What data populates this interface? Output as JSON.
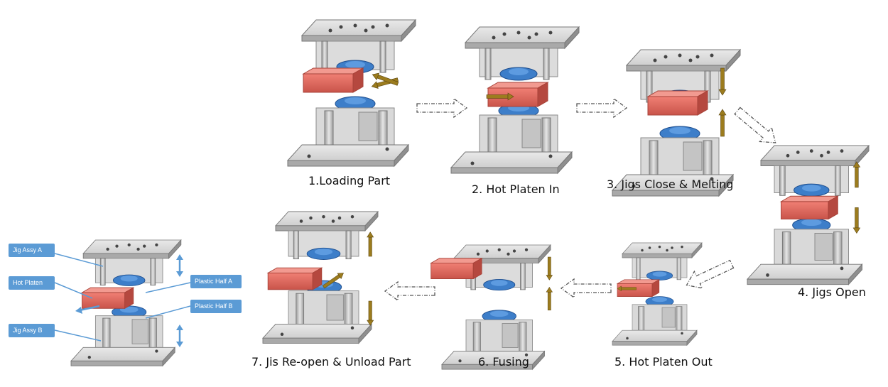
{
  "steps": [
    {
      "id": 1,
      "label": "1.Loading Part"
    },
    {
      "id": 2,
      "label": "2. Hot Platen In"
    },
    {
      "id": 3,
      "label": "3. Jigs Close & Melting"
    },
    {
      "id": 4,
      "label": "4. Jigs Open"
    },
    {
      "id": 5,
      "label": "5. Hot Platen Out"
    },
    {
      "id": 6,
      "label": "6. Fusing"
    },
    {
      "id": 7,
      "label": "7. Jis Re-open & Unload Part"
    }
  ],
  "legend": {
    "jig_assy_a": "Jig Assy A",
    "hot_platen": "Hot Platen",
    "jig_assy_b": "Jig Assy B",
    "plastic_half_a": "Plastic Half A",
    "plastic_half_b": "Plastic Half B"
  },
  "colors": {
    "platen": "#e06a5e",
    "plastic": "#3d7ec9",
    "steel": "#d4d4d4",
    "callout": "#5b9bd5",
    "motion_arrow": "#8a6d1c"
  }
}
